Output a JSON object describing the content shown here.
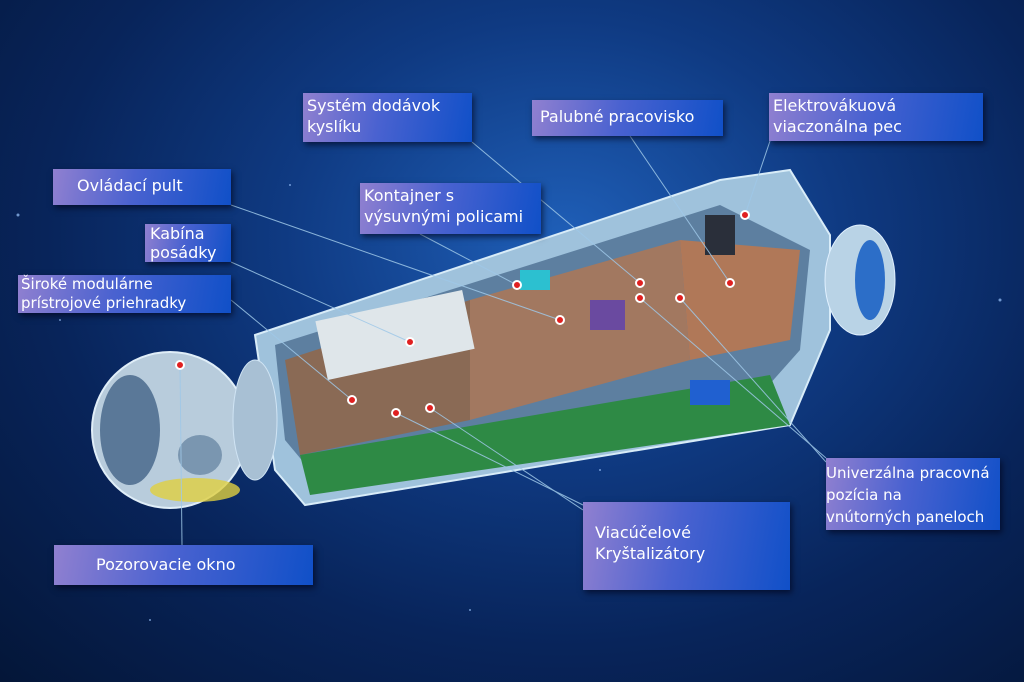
{
  "labels": {
    "oxygen": "Systém dodávok\nkyslíku",
    "workstation": "Palubné pracovisko",
    "furnace": "Elektrovákuová\nviaczonálna pec",
    "console": "Ovládací pult",
    "container": "Kontajner s\nvýsuvnými policami",
    "cabin": "Kabína\nposádky",
    "bays": "Široké modulárne\nprístrojové priehradky",
    "window": "Pozorovacie okno",
    "crystallizers": "Viacúčelové\nKryštalizátory",
    "universal": "Univerzálna pracovná\npozícia na\nvnútorných paneloch"
  },
  "colors": {
    "label_start": "#9080d0",
    "label_end": "#1050c8",
    "marker": "#e02020"
  }
}
